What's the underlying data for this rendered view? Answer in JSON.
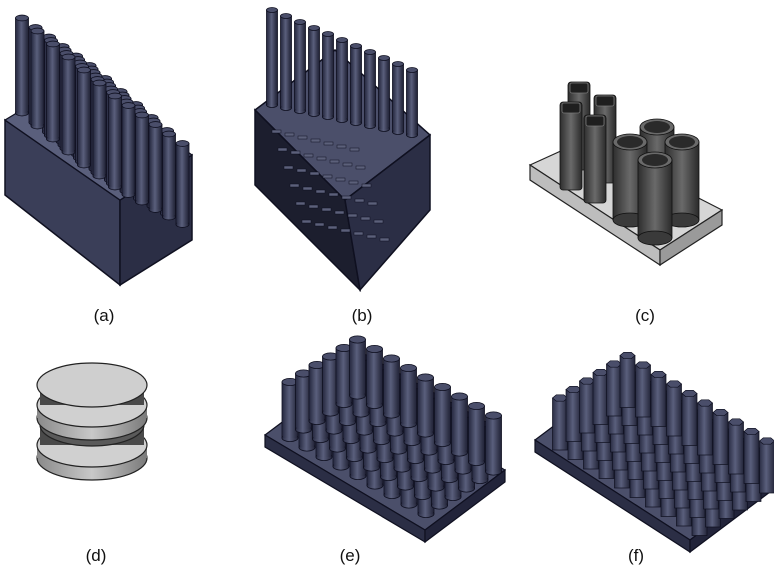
{
  "panels": [
    {
      "label": "(a)",
      "icon": "cylinder-array-on-tall-block-icon"
    },
    {
      "label": "(b)",
      "icon": "cutaway-block-with-internal-channels-icon"
    },
    {
      "label": "(c)",
      "icon": "square-and-round-tubes-on-plate-icon"
    },
    {
      "label": "(d)",
      "icon": "stacked-discs-icon"
    },
    {
      "label": "(e)",
      "icon": "cylinder-array-on-thin-plate-icon"
    },
    {
      "label": "(f)",
      "icon": "hexagonal-prism-array-on-plate-icon"
    }
  ],
  "colors": {
    "solid_dark": "#3a3e58",
    "solid_mid": "#4b4f6a",
    "solid_top": "#6a6f8c",
    "light_gray": "#d6d6d6",
    "mid_gray": "#9a9a9a",
    "edge": "#0f1020"
  }
}
